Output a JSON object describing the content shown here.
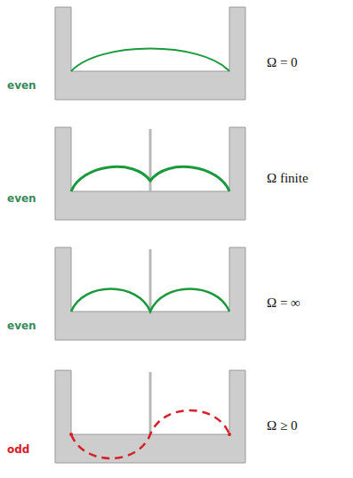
{
  "diagram": {
    "labels": [
      "Ω = 0",
      "even",
      "Ω finite",
      "even",
      "Ω = ∞",
      "even",
      "Ω ≥ 0",
      "odd"
    ]
  }
}
